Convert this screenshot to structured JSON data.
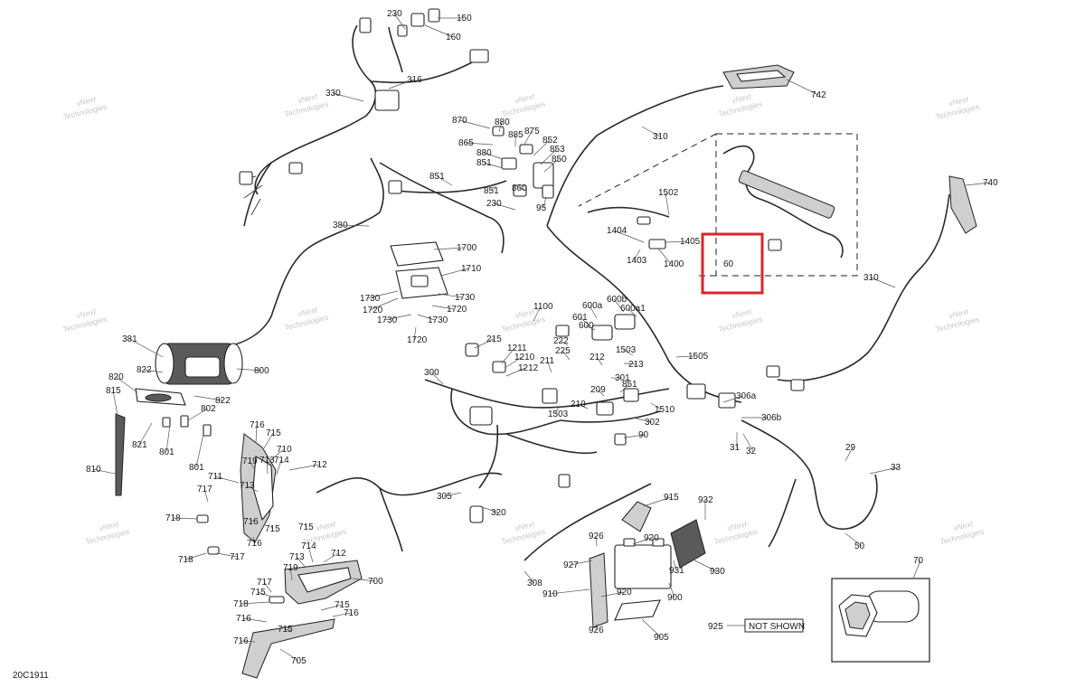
{
  "diagram_code": "20C1911",
  "not_shown": {
    "ref": "925",
    "label": "NOT SHOWN"
  },
  "highlight_label": "60",
  "watermark": {
    "line1": "vNext",
    "line2": "Technologies"
  },
  "callouts": [
    {
      "id": "c230a",
      "text": "230"
    },
    {
      "id": "c150",
      "text": "150"
    },
    {
      "id": "c160",
      "text": "160"
    },
    {
      "id": "c316",
      "text": "316"
    },
    {
      "id": "c330",
      "text": "330"
    },
    {
      "id": "c742",
      "text": "742"
    },
    {
      "id": "c310a",
      "text": "310"
    },
    {
      "id": "c870",
      "text": "870"
    },
    {
      "id": "c880a",
      "text": "880"
    },
    {
      "id": "c875",
      "text": "875"
    },
    {
      "id": "c885",
      "text": "885"
    },
    {
      "id": "c865",
      "text": "865"
    },
    {
      "id": "c852",
      "text": "852"
    },
    {
      "id": "c880b",
      "text": "880"
    },
    {
      "id": "c853",
      "text": "853"
    },
    {
      "id": "c851a",
      "text": "851"
    },
    {
      "id": "c850",
      "text": "850"
    },
    {
      "id": "c851b",
      "text": "851"
    },
    {
      "id": "c851c",
      "text": "851"
    },
    {
      "id": "c860",
      "text": "860"
    },
    {
      "id": "c230b",
      "text": "230"
    },
    {
      "id": "c95",
      "text": "95"
    },
    {
      "id": "c380",
      "text": "380"
    },
    {
      "id": "c1502",
      "text": "1502"
    },
    {
      "id": "c740",
      "text": "740"
    },
    {
      "id": "c1404",
      "text": "1404"
    },
    {
      "id": "c1405",
      "text": "1405"
    },
    {
      "id": "c1403",
      "text": "1403"
    },
    {
      "id": "c1400",
      "text": "1400"
    },
    {
      "id": "c1700",
      "text": "1700"
    },
    {
      "id": "c1710",
      "text": "1710"
    },
    {
      "id": "c310b",
      "text": "310"
    },
    {
      "id": "c1730a",
      "text": "1730"
    },
    {
      "id": "c1730b",
      "text": "1730"
    },
    {
      "id": "c1720a",
      "text": "1720"
    },
    {
      "id": "c1720b",
      "text": "1720"
    },
    {
      "id": "c1730c",
      "text": "1730"
    },
    {
      "id": "c1730d",
      "text": "1730"
    },
    {
      "id": "c1720c",
      "text": "1720"
    },
    {
      "id": "c1100",
      "text": "1100"
    },
    {
      "id": "c600a",
      "text": "600a"
    },
    {
      "id": "c600b",
      "text": "600b"
    },
    {
      "id": "c601",
      "text": "601"
    },
    {
      "id": "c600a1",
      "text": "600a1"
    },
    {
      "id": "c600",
      "text": "600"
    },
    {
      "id": "c381",
      "text": "381"
    },
    {
      "id": "c215",
      "text": "215"
    },
    {
      "id": "c222",
      "text": "222"
    },
    {
      "id": "c1211",
      "text": "1211"
    },
    {
      "id": "c1210",
      "text": "1210"
    },
    {
      "id": "c225",
      "text": "225"
    },
    {
      "id": "c1503a",
      "text": "1503"
    },
    {
      "id": "c800",
      "text": "800"
    },
    {
      "id": "c822a",
      "text": "822"
    },
    {
      "id": "c1212",
      "text": "1212"
    },
    {
      "id": "c211",
      "text": "211"
    },
    {
      "id": "c212",
      "text": "212"
    },
    {
      "id": "c1505",
      "text": "1505"
    },
    {
      "id": "c300",
      "text": "300"
    },
    {
      "id": "c213",
      "text": "213"
    },
    {
      "id": "c820",
      "text": "820"
    },
    {
      "id": "c301",
      "text": "301"
    },
    {
      "id": "c851d",
      "text": "851"
    },
    {
      "id": "c815",
      "text": "815"
    },
    {
      "id": "c822b",
      "text": "822"
    },
    {
      "id": "c209",
      "text": "209"
    },
    {
      "id": "c306a",
      "text": "306a"
    },
    {
      "id": "c802",
      "text": "802"
    },
    {
      "id": "c210",
      "text": "210"
    },
    {
      "id": "c1510",
      "text": "1510"
    },
    {
      "id": "c1503b",
      "text": "1503"
    },
    {
      "id": "c306b",
      "text": "306b"
    },
    {
      "id": "c302",
      "text": "302"
    },
    {
      "id": "c716a",
      "text": "716"
    },
    {
      "id": "c715a",
      "text": "715"
    },
    {
      "id": "c90",
      "text": "90"
    },
    {
      "id": "c821",
      "text": "821"
    },
    {
      "id": "c801a",
      "text": "801"
    },
    {
      "id": "c31",
      "text": "31"
    },
    {
      "id": "c32",
      "text": "32"
    },
    {
      "id": "c710",
      "text": "710"
    },
    {
      "id": "c29",
      "text": "29"
    },
    {
      "id": "c810",
      "text": "810"
    },
    {
      "id": "c719a",
      "text": "719"
    },
    {
      "id": "c713a",
      "text": "713"
    },
    {
      "id": "c714a",
      "text": "714"
    },
    {
      "id": "c712a",
      "text": "712"
    },
    {
      "id": "c801b",
      "text": "801"
    },
    {
      "id": "c711",
      "text": "711"
    },
    {
      "id": "c713b",
      "text": "713"
    },
    {
      "id": "c33",
      "text": "33"
    },
    {
      "id": "c717a",
      "text": "717"
    },
    {
      "id": "c305",
      "text": "305"
    },
    {
      "id": "c915",
      "text": "915"
    },
    {
      "id": "c932",
      "text": "932"
    },
    {
      "id": "c718a",
      "text": "718"
    },
    {
      "id": "c716b",
      "text": "716"
    },
    {
      "id": "c320",
      "text": "320"
    },
    {
      "id": "c715b",
      "text": "715"
    },
    {
      "id": "c715c",
      "text": "715"
    },
    {
      "id": "c716c",
      "text": "716"
    },
    {
      "id": "c926a",
      "text": "926"
    },
    {
      "id": "c920a",
      "text": "920"
    },
    {
      "id": "c50",
      "text": "50"
    },
    {
      "id": "c713c",
      "text": "713"
    },
    {
      "id": "c714b",
      "text": "714"
    },
    {
      "id": "c718b",
      "text": "718"
    },
    {
      "id": "c717b",
      "text": "717"
    },
    {
      "id": "c712b",
      "text": "712"
    },
    {
      "id": "c927",
      "text": "927"
    },
    {
      "id": "c931",
      "text": "931"
    },
    {
      "id": "c930",
      "text": "930"
    },
    {
      "id": "c70",
      "text": "70"
    },
    {
      "id": "c719b",
      "text": "719"
    },
    {
      "id": "c308",
      "text": "308"
    },
    {
      "id": "c717c",
      "text": "717"
    },
    {
      "id": "c700",
      "text": "700"
    },
    {
      "id": "c910",
      "text": "910"
    },
    {
      "id": "c920b",
      "text": "920"
    },
    {
      "id": "c715d",
      "text": "715"
    },
    {
      "id": "c718c",
      "text": "718"
    },
    {
      "id": "c900",
      "text": "900"
    },
    {
      "id": "c715e",
      "text": "715"
    },
    {
      "id": "c716d",
      "text": "716"
    },
    {
      "id": "c716e",
      "text": "716"
    },
    {
      "id": "c715f",
      "text": "715"
    },
    {
      "id": "c926b",
      "text": "926"
    },
    {
      "id": "c716f",
      "text": "716"
    },
    {
      "id": "c905",
      "text": "905"
    },
    {
      "id": "c705",
      "text": "705"
    }
  ]
}
